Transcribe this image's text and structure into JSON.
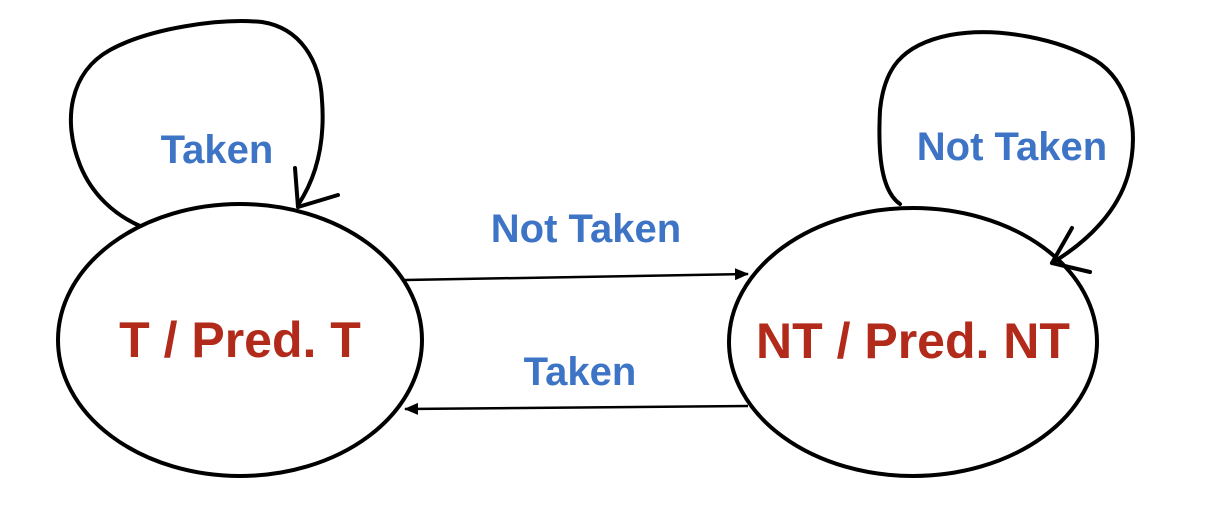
{
  "colors": {
    "state_text": "#B22A1A",
    "edge_text": "#3E74C5",
    "stroke": "#000000",
    "background": "#FFFFFF"
  },
  "states": [
    {
      "id": "taken",
      "label": "T / Pred. T"
    },
    {
      "id": "not_taken",
      "label": "NT / Pred. NT"
    }
  ],
  "transitions": [
    {
      "from": "taken",
      "to": "taken",
      "label": "Taken"
    },
    {
      "from": "not_taken",
      "to": "not_taken",
      "label": "Not Taken"
    },
    {
      "from": "taken",
      "to": "not_taken",
      "label": "Not Taken"
    },
    {
      "from": "not_taken",
      "to": "taken",
      "label": "Taken"
    }
  ]
}
